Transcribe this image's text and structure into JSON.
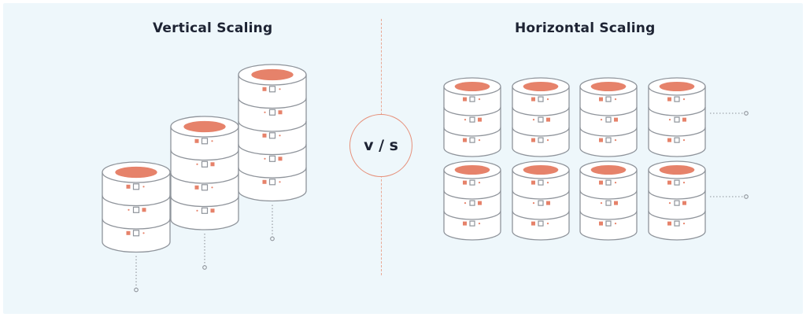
{
  "titles": {
    "vertical": "Vertical Scaling",
    "horizontal": "Horizontal Scaling"
  },
  "badge": {
    "label": "v / s"
  },
  "colors": {
    "background": "#eef7fb",
    "stroke": "#8f949b",
    "accent": "#e6826a",
    "heading": "#1d2333"
  },
  "diagram": {
    "vertical_stacks": [
      {
        "disks": 3
      },
      {
        "disks": 4
      },
      {
        "disks": 5
      }
    ],
    "horizontal_grid": {
      "rows": 2,
      "columns": 4,
      "disks_per_stack": 3
    }
  },
  "icons": [
    "server-stack-icon",
    "connector-line-icon",
    "divider-line"
  ]
}
